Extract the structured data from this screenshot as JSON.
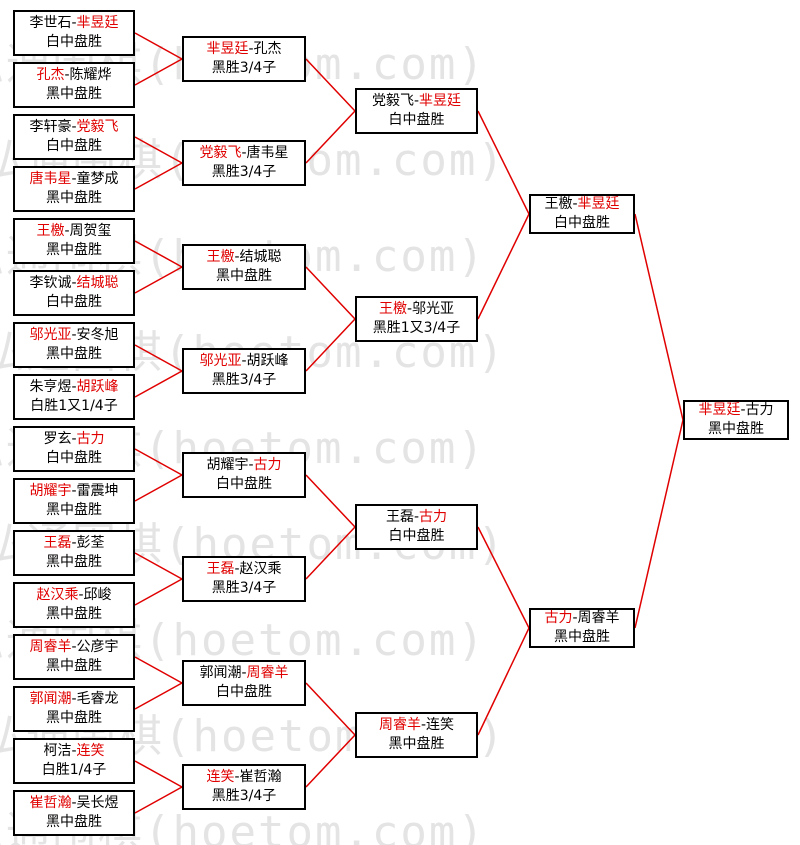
{
  "watermark": "弘通围棋(hoetom.com)",
  "colors": {
    "winner": "#e00000",
    "line": "#e00000",
    "border": "#000000"
  },
  "rounds": [
    [
      {
        "p1": "李世石",
        "p2": "芈昱廷",
        "winner": 2,
        "result": "白中盘胜"
      },
      {
        "p1": "孔杰",
        "p2": "陈耀烨",
        "winner": 1,
        "result": "黑中盘胜"
      },
      {
        "p1": "李轩豪",
        "p2": "党毅飞",
        "winner": 2,
        "result": "白中盘胜"
      },
      {
        "p1": "唐韦星",
        "p2": "童梦成",
        "winner": 1,
        "result": "黑中盘胜"
      },
      {
        "p1": "王檄",
        "p2": "周贺玺",
        "winner": 1,
        "result": "黑中盘胜"
      },
      {
        "p1": "李钦诚",
        "p2": "结城聪",
        "winner": 2,
        "result": "白中盘胜"
      },
      {
        "p1": "邬光亚",
        "p2": "安冬旭",
        "winner": 1,
        "result": "黑中盘胜"
      },
      {
        "p1": "朱亨煜",
        "p2": "胡跃峰",
        "winner": 2,
        "result": "白胜1又1/4子"
      },
      {
        "p1": "罗玄",
        "p2": "古力",
        "winner": 2,
        "result": "白中盘胜"
      },
      {
        "p1": "胡耀宇",
        "p2": "雷震坤",
        "winner": 1,
        "result": "黑中盘胜"
      },
      {
        "p1": "王磊",
        "p2": "彭荃",
        "winner": 1,
        "result": "黑中盘胜"
      },
      {
        "p1": "赵汉乘",
        "p2": "邱峻",
        "winner": 1,
        "result": "黑中盘胜"
      },
      {
        "p1": "周睿羊",
        "p2": "公彦宇",
        "winner": 1,
        "result": "黑中盘胜"
      },
      {
        "p1": "郭闻潮",
        "p2": "毛睿龙",
        "winner": 1,
        "result": "黑中盘胜"
      },
      {
        "p1": "柯洁",
        "p2": "连笑",
        "winner": 2,
        "result": "白胜1/4子"
      },
      {
        "p1": "崔哲瀚",
        "p2": "吴长煜",
        "winner": 1,
        "result": "黑中盘胜"
      }
    ],
    [
      {
        "p1": "芈昱廷",
        "p2": "孔杰",
        "winner": 1,
        "result": "黑胜3/4子"
      },
      {
        "p1": "党毅飞",
        "p2": "唐韦星",
        "winner": 1,
        "result": "黑胜3/4子"
      },
      {
        "p1": "王檄",
        "p2": "结城聪",
        "winner": 1,
        "result": "黑中盘胜"
      },
      {
        "p1": "邬光亚",
        "p2": "胡跃峰",
        "winner": 1,
        "result": "黑胜3/4子"
      },
      {
        "p1": "胡耀宇",
        "p2": "古力",
        "winner": 2,
        "result": "白中盘胜"
      },
      {
        "p1": "王磊",
        "p2": "赵汉乘",
        "winner": 1,
        "result": "黑胜3/4子"
      },
      {
        "p1": "郭闻潮",
        "p2": "周睿羊",
        "winner": 2,
        "result": "白中盘胜"
      },
      {
        "p1": "连笑",
        "p2": "崔哲瀚",
        "winner": 1,
        "result": "黑胜3/4子"
      }
    ],
    [
      {
        "p1": "党毅飞",
        "p2": "芈昱廷",
        "winner": 2,
        "result": "白中盘胜"
      },
      {
        "p1": "王檄",
        "p2": "邬光亚",
        "winner": 1,
        "result": "黑胜1又3/4子"
      },
      {
        "p1": "王磊",
        "p2": "古力",
        "winner": 2,
        "result": "白中盘胜"
      },
      {
        "p1": "周睿羊",
        "p2": "连笑",
        "winner": 1,
        "result": "黑中盘胜"
      }
    ],
    [
      {
        "p1": "王檄",
        "p2": "芈昱廷",
        "winner": 2,
        "result": "白中盘胜"
      },
      {
        "p1": "古力",
        "p2": "周睿羊",
        "winner": 1,
        "result": "黑中盘胜"
      }
    ],
    [
      {
        "p1": "芈昱廷",
        "p2": "古力",
        "winner": 1,
        "result": "黑中盘胜"
      }
    ]
  ]
}
